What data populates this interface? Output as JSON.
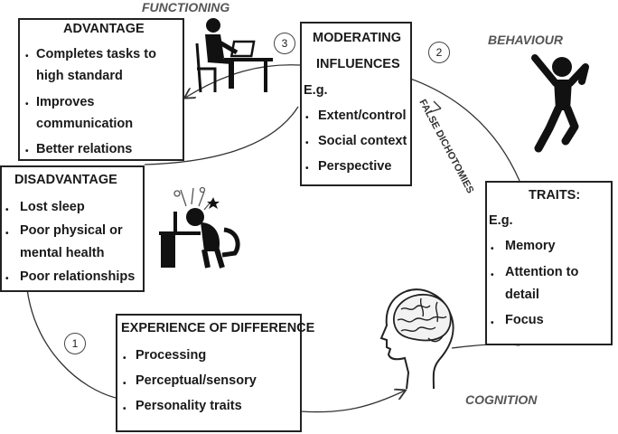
{
  "labels": {
    "functioning": "FUNCTIONING",
    "behaviour": "BEHAVIOUR",
    "cognition": "COGNITION",
    "false_dichotomies": "FALSE DICHOTOMIES"
  },
  "steps": {
    "one": "1",
    "two": "2",
    "three": "3"
  },
  "advantage": {
    "title": "ADVANTAGE",
    "items": [
      "Completes tasks to",
      "high standard",
      "Improves",
      "communication",
      "Better relations"
    ]
  },
  "disadvantage": {
    "title": "DISADVANTAGE",
    "items": [
      "Lost sleep",
      "Poor physical or",
      "mental health",
      "Poor relationships"
    ]
  },
  "moderating": {
    "title_line1": "MODERATING",
    "title_line2": "INFLUENCES",
    "eg": "E.g.",
    "items": [
      "Extent/control",
      "Social context",
      "Perspective"
    ]
  },
  "traits": {
    "title": "TRAITS:",
    "eg": "E.g.",
    "items": [
      "Memory",
      "Attention to",
      "detail",
      "Focus"
    ]
  },
  "experience": {
    "title": "EXPERIENCE OF DIFFERENCE",
    "items": [
      "Processing",
      "Perceptual/sensory",
      "Personality traits"
    ]
  },
  "icons": [
    "person-at-desk-icon",
    "jumping-person-icon",
    "stressed-person-icon",
    "brain-head-icon"
  ]
}
